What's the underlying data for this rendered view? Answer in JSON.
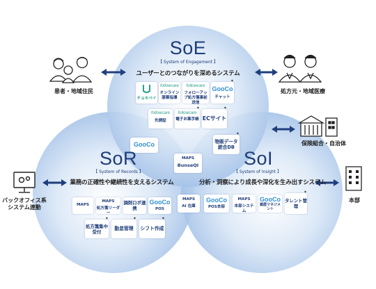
{
  "circles": {
    "soe": {
      "title": "SoE",
      "subtitle": "System of Engagement",
      "description": "ユーザーとのつながりを深めるシステム"
    },
    "sor": {
      "title": "SoR",
      "subtitle": "System of Records",
      "description": "業務の正確性や継続性を支えるシステム"
    },
    "soi": {
      "title": "SoI",
      "subtitle": "System of Insight",
      "description": "分析・洞察により成長や深化を生み出すシステム"
    }
  },
  "soe_products": {
    "choki": {
      "label": "チョキペイ"
    },
    "online": {
      "logo": "followcare",
      "label": "オンライン服薬指導"
    },
    "follow": {
      "logo": "followcare",
      "label": "フォローアップ処方箋事前送信"
    },
    "gooco_chat": {
      "logo": "GooCo",
      "label": "チャット"
    },
    "sendoku": {
      "logo": "followcare",
      "label": "先読証"
    },
    "denshi": {
      "logo": "followcare",
      "label": "電子お薬手帳"
    },
    "ec": {
      "label": "ECサイト"
    }
  },
  "center_products": {
    "gooco": {
      "logo": "GooCo"
    },
    "bunseqi": {
      "logo": "MAPS",
      "name": "BunseQI"
    },
    "butsuhan": {
      "label": "物販データ統合DB"
    }
  },
  "sor_products": {
    "maps": {
      "logo": "MAPS"
    },
    "maps_reader": {
      "logo": "MAPS",
      "label": "処方箋リーダー"
    },
    "robot": {
      "label": "調剤ロボ連携"
    },
    "gooco_pos": {
      "logo": "GooCo",
      "label": "POS"
    },
    "shohosen": {
      "label": "処方箋集中受付"
    },
    "kintai": {
      "label": "勤怠管理"
    },
    "shift": {
      "label": "シフト作成"
    }
  },
  "soi_products": {
    "maps_ai": {
      "logo": "MAPS",
      "label": "AI 在庫"
    },
    "gooco_pos_hq": {
      "logo": "GooCo",
      "label": "POS本部"
    },
    "maps_hq": {
      "logo": "MAPS",
      "label": "本部システム"
    },
    "gooco_mgmt": {
      "logo": "GooCo",
      "label": "薬歴マネジメント"
    },
    "talent": {
      "label": "タレント管理"
    }
  },
  "stars": "*",
  "stakeholders": {
    "patients": "患者・地域住民",
    "prescribers": "処方元・地域医療",
    "insurers": "保険組合・自治体",
    "backoffice": "バックオフィス系システム連動",
    "headquarters": "本部"
  },
  "colors": {
    "circle_top": "#c9ddf4",
    "circle_mid": "#a9c7ea",
    "title": "#1d3c78",
    "arrow": "#1f3f7d",
    "gooco": "#2f8fd6"
  },
  "icons": [
    "patients-family-icon",
    "doctor-pharmacist-icon",
    "government-building-icon",
    "computer-monitor-icon",
    "office-building-icon"
  ]
}
